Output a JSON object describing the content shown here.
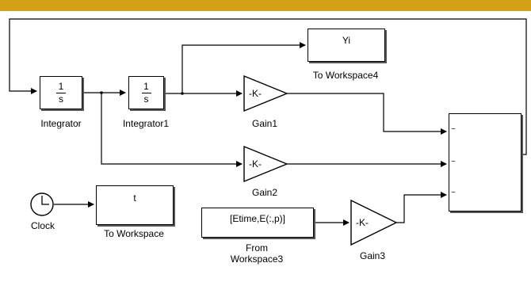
{
  "blocks": {
    "integrator": {
      "num": "1",
      "den": "s",
      "label": "Integrator"
    },
    "integrator1": {
      "num": "1",
      "den": "s",
      "label": "Integrator1"
    },
    "gain1": {
      "text": "-K-",
      "label": "Gain1"
    },
    "gain2": {
      "text": "-K-",
      "label": "Gain2"
    },
    "gain3": {
      "text": "-K-",
      "label": "Gain3"
    },
    "to_workspace4": {
      "text": "Yi",
      "label": "To Workspace4"
    },
    "to_workspace": {
      "text": "t",
      "label": "To Workspace"
    },
    "clock": {
      "label": "Clock"
    },
    "from_workspace3": {
      "text": "[Etime,E(:,p)]",
      "label_line1": "From",
      "label_line2": "Workspace3"
    },
    "mux": {
      "port_marks": [
        "~",
        "~",
        "~"
      ]
    }
  },
  "colors": {
    "header_bar": "#d4a017",
    "wire": "#000000",
    "block_border": "#000000"
  }
}
